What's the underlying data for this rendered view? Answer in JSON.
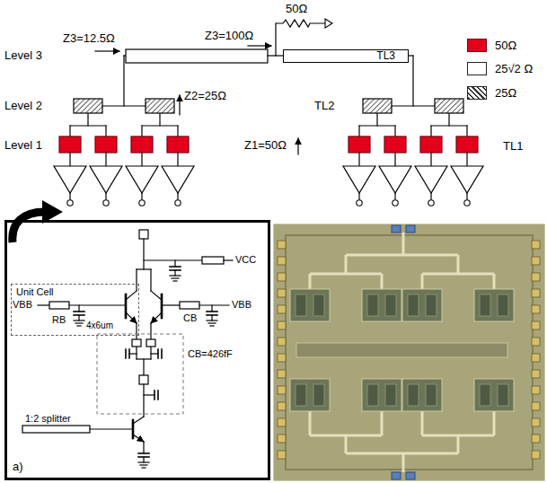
{
  "diagram": {
    "nodes": [
      {
        "text": [
          "TL3"
        ]
      },
      {
        "text": [
          "a)"
        ]
      },
      {
        "text": [
          "Unit Cell"
        ],
        "in": 1
      }
    ],
    "labels": [
      "50Ω",
      "Z3=100Ω",
      "Z3=12.5Ω",
      "Level 3",
      "Z2=25Ω",
      "Level 2",
      "TL2",
      "Z1=50Ω",
      "Level 1",
      "TL1",
      "VCC",
      "VBB",
      "VBB",
      "CB",
      "RB",
      "4x6um",
      "CB=426fF",
      "1:2 splitter"
    ],
    "legend": [
      {
        "text": "50Ω",
        "color": "#e3001b"
      },
      {
        "text": "25√2 Ω",
        "color": "#ffffff"
      },
      {
        "text": "25Ω"
      }
    ]
  }
}
